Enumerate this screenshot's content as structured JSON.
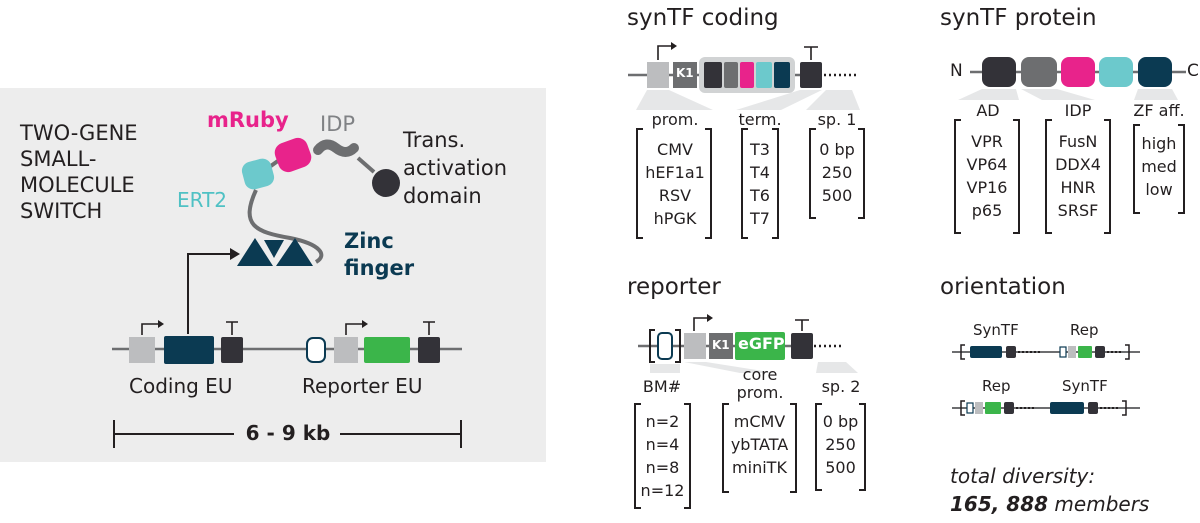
{
  "left": {
    "title_lines": [
      "TWO-GENE",
      "SMALL-",
      "MOLECULE",
      "SWITCH"
    ],
    "mruby": "mRuby",
    "idp": "IDP",
    "ert2": "ERT2",
    "trans_lines": [
      "Trans.",
      "activation",
      "domain"
    ],
    "zinc_lines": [
      "Zinc",
      "finger"
    ],
    "coding_eu": "Coding EU",
    "reporter_eu": "Reporter EU",
    "size": "6 - 9 kb"
  },
  "syntf_coding": {
    "title": "synTF coding",
    "k1": "K1",
    "cols": [
      {
        "header": "prom.",
        "items": [
          "CMV",
          "hEF1a1",
          "RSV",
          "hPGK"
        ]
      },
      {
        "header": "term.",
        "items": [
          "T3",
          "T4",
          "T6",
          "T7"
        ]
      },
      {
        "header": "sp. 1",
        "items": [
          "0 bp",
          "250",
          "500"
        ]
      }
    ]
  },
  "syntf_protein": {
    "title": "synTF protein",
    "n": "N",
    "c": "C",
    "cols": [
      {
        "header": "AD",
        "items": [
          "VPR",
          "VP64",
          "VP16",
          "p65"
        ]
      },
      {
        "header": "IDP",
        "items": [
          "FusN",
          "DDX4",
          "HNR",
          "SRSF"
        ]
      },
      {
        "header": "ZF aff.",
        "items": [
          "high",
          "med",
          "low"
        ]
      }
    ]
  },
  "reporter": {
    "title": "reporter",
    "k1": "K1",
    "egfp": "eGFP",
    "cols": [
      {
        "header": "BM#",
        "items": [
          "n=2",
          "n=4",
          "n=8",
          "n=12"
        ]
      },
      {
        "header_lines": [
          "core",
          "prom."
        ],
        "items": [
          "mCMV",
          "ybTATA",
          "miniTK"
        ]
      },
      {
        "header": "sp. 2",
        "items": [
          "0 bp",
          "250",
          "500"
        ]
      }
    ]
  },
  "orientation": {
    "title": "orientation",
    "row1": [
      "SynTF",
      "Rep"
    ],
    "row2": [
      "Rep",
      "SynTF"
    ]
  },
  "total": {
    "line1": "total diversity:",
    "number": "165, 888",
    "members": " members"
  },
  "colors": {
    "navy": "#0b3a52",
    "dark": "#333238",
    "mid": "#6d6e70",
    "light": "#bcbdbf",
    "ruby": "#e8238b",
    "teal": "#6cc9cc",
    "green": "#3bb54a",
    "panel": "#ededed"
  }
}
